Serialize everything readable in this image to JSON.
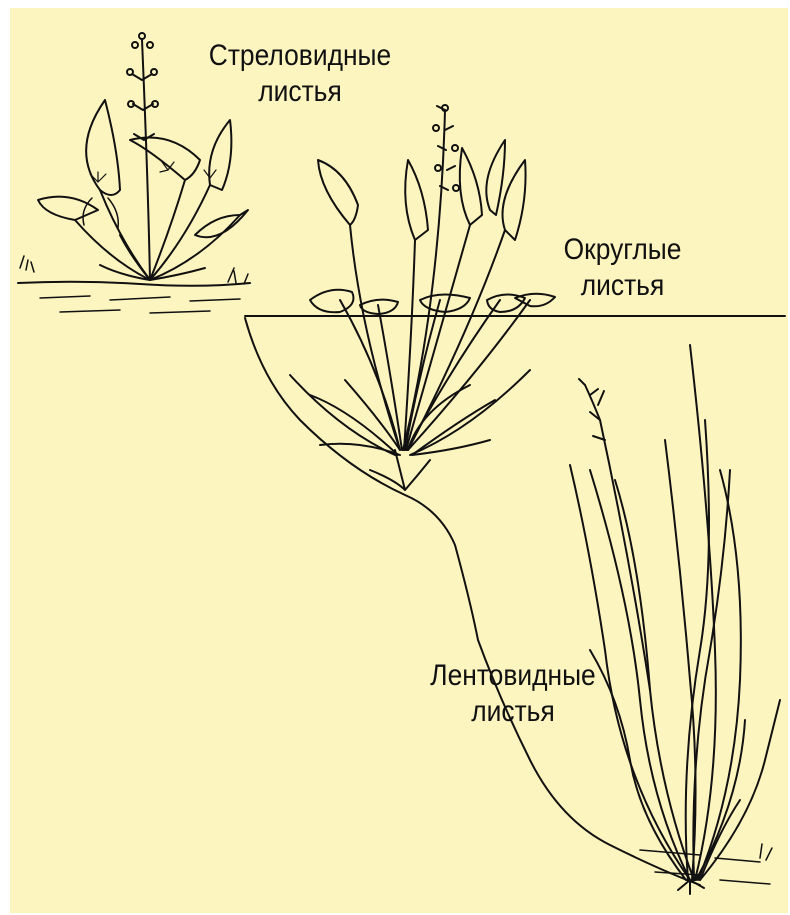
{
  "diagram": {
    "labels": {
      "arrow_leaves": {
        "line1": "Стреловидные",
        "line2": "листья"
      },
      "round_leaves": {
        "line1": "Округлые",
        "line2": "листья"
      },
      "ribbon_leaves": {
        "line1": "Лентовидные",
        "line2": "листья"
      }
    }
  },
  "colors": {
    "background": "#fdf5c0",
    "ink": "#111111"
  }
}
